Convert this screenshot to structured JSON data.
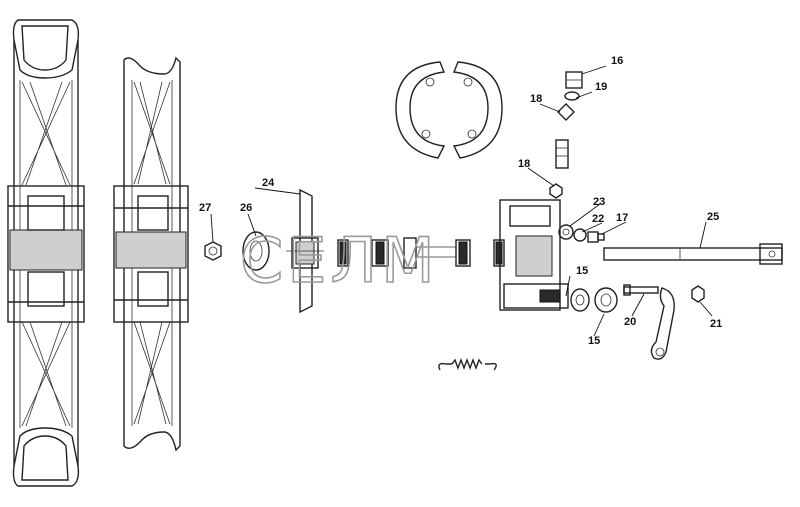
{
  "labels": {
    "l16": "16",
    "l18a": "18",
    "l19": "19",
    "l18b": "18",
    "l24": "24",
    "l27": "27",
    "l26": "26",
    "l23": "23",
    "l22": "22",
    "l17": "17",
    "l25": "25",
    "l15a": "15",
    "l15b": "15",
    "l20": "20",
    "l21": "21"
  },
  "watermark": "СЕЛМ",
  "colors": {
    "line": "#222222",
    "watermark": "#9a9a9a",
    "background": "#ffffff"
  }
}
